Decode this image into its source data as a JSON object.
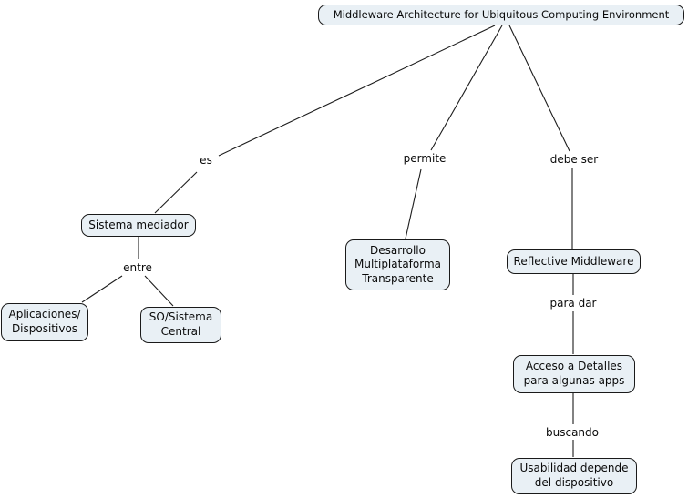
{
  "concept_map": {
    "title": "Middleware Architecture for Ubiquitous Computing Environment",
    "nodes": {
      "root": {
        "label": "Middleware Architecture for Ubiquitous Computing Environment"
      },
      "sistema_mediador": {
        "label": "Sistema mediador"
      },
      "aplicaciones_dispositivos": {
        "label": "Aplicaciones/\nDispositivos"
      },
      "so_sistema_central": {
        "label": "SO/Sistema\nCentral"
      },
      "desarrollo_multiplataforma": {
        "label": "Desarrollo\nMultiplataforma\nTransparente"
      },
      "reflective_middleware": {
        "label": "Reflective Middleware"
      },
      "acceso_detalles": {
        "label": "Acceso a Detalles\npara algunas apps"
      },
      "usabilidad": {
        "label": "Usabilidad depende\ndel dispositivo"
      }
    },
    "link_labels": {
      "es": "es",
      "entre": "entre",
      "permite": "permite",
      "debe_ser": "debe ser",
      "para_dar": "para dar",
      "buscando": "buscando"
    },
    "colors": {
      "node_fill": "#e9f0f5",
      "node_border": "#1a1a1a",
      "connector": "#1c1c1c",
      "text": "#0a0a0a",
      "background": "#ffffff"
    }
  }
}
